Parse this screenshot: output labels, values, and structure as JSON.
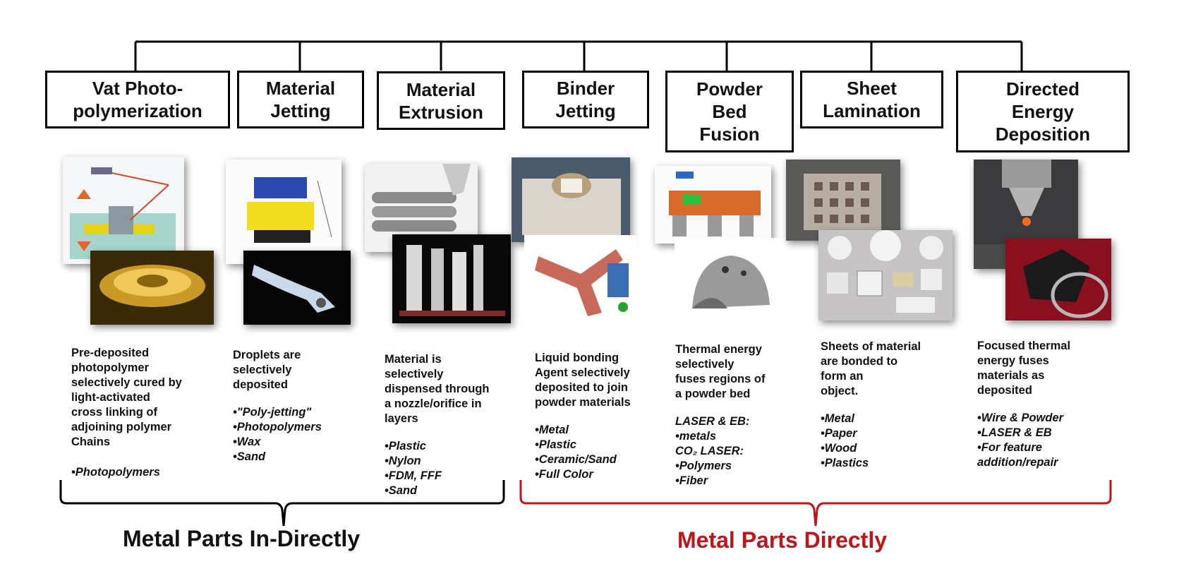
{
  "categories": [
    {
      "name": "Vat Photo-\npolymerization",
      "description": "Pre-deposited\nphotopolymer\nselectively cured by\nlight-activated\ncross linking of\nadjoining polymer\nChains",
      "materials_heading": "",
      "materials": [
        "Photopolymers"
      ]
    },
    {
      "name": "Material\nJetting",
      "description": "Droplets are\nselectively\ndeposited",
      "materials_heading": "",
      "materials": [
        "\"Poly-jetting\"",
        "Photopolymers",
        "Wax",
        "Sand"
      ]
    },
    {
      "name": "Material\nExtrusion",
      "description": "Material is\nselectively\ndispensed through\na nozzle/orifice in\nlayers",
      "materials_heading": "",
      "materials": [
        "Plastic",
        "Nylon",
        "FDM, FFF",
        "Sand"
      ]
    },
    {
      "name": "Binder\nJetting",
      "description": "Liquid bonding\nAgent selectively\ndeposited to join\npowder materials",
      "materials_heading": "",
      "materials": [
        "Metal",
        "Plastic",
        "Ceramic/Sand",
        "Full Color"
      ]
    },
    {
      "name": "Powder\nBed\nFusion",
      "description": "Thermal energy\nselectively\nfuses regions of\na powder bed",
      "materials_heading": "",
      "materials": [
        "LASER & EB:",
        "metals",
        "CO₂ LASER:",
        "Polymers",
        "Fiber"
      ]
    },
    {
      "name": "Sheet\nLamination",
      "description": "Sheets of material\nare bonded to\nform an\nobject.",
      "materials_heading": "",
      "materials": [
        "Metal",
        "Paper",
        "Wood",
        "Plastics"
      ]
    },
    {
      "name": "Directed\nEnergy\nDeposition",
      "description": "Focused thermal\nenergy fuses\nmaterials as\ndeposited",
      "materials_heading": "",
      "materials": [
        "Wire & Powder",
        "LASER & EB",
        "For feature\naddition/repair"
      ]
    }
  ],
  "groups": {
    "indirect": {
      "label": "Metal Parts In-Directly",
      "color": "#111111"
    },
    "direct": {
      "label": "Metal Parts Directly",
      "color": "#c0141a"
    }
  },
  "colors": {
    "line": "#000000",
    "direct_bracket": "#c0141a"
  }
}
